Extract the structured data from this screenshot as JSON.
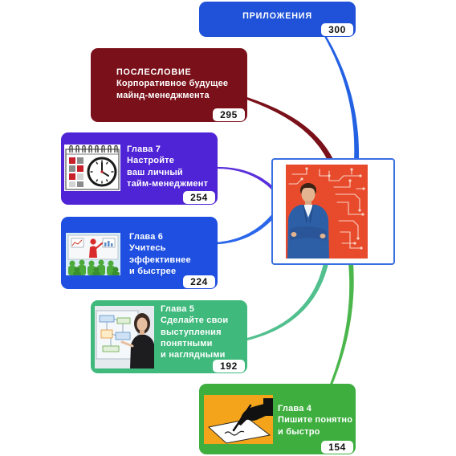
{
  "appendix": {
    "heading": "ПРИЛОЖЕНИЯ",
    "page": "300",
    "color": "#1f52d8"
  },
  "afterword": {
    "heading": "ПОСЛЕСЛОВИЕ",
    "lines": [
      "Корпоративное будущее",
      "майнд-менеджмента"
    ],
    "page": "295",
    "color": "#7a1019"
  },
  "chapter7": {
    "heading": "Глава 7",
    "lines": [
      "Настройте",
      "ваш личный",
      "тайм-менеджмент"
    ],
    "page": "254",
    "color": "#4f23d6",
    "icon": "calendar-clock-icon"
  },
  "chapter6": {
    "heading": "Глава 6",
    "lines": [
      "Учитесь",
      "эффективнее",
      "и быстрее"
    ],
    "page": "224",
    "color": "#1e4fe0",
    "icon": "presentation-icon"
  },
  "chapter5": {
    "heading": "Глава 5",
    "lines": [
      "Сделайте свои",
      "выступления",
      "понятными",
      "и наглядными"
    ],
    "page": "192",
    "color": "#3fb97c",
    "icon": "presenter-photo"
  },
  "chapter4": {
    "heading": "Глава 4",
    "lines": [
      "Пишите понятно",
      "и быстро"
    ],
    "page": "154",
    "color": "#3eae3f",
    "icon": "writing-hand-icon"
  },
  "center": {
    "icon": "author-photo",
    "accent": "#e84b2c",
    "frame_color": "#3a6fe2"
  },
  "connectors": {
    "appendix": "#2361e3",
    "afterword": "#7a1019",
    "chapter7": "#5a2fdb",
    "chapter6": "#2a66ea",
    "chapter5": "#52c08e",
    "chapter4": "#4bb64b"
  }
}
